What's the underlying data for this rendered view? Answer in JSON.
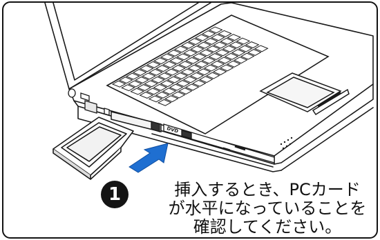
{
  "illustration": {
    "subject": "laptop with PC card being inserted into side card slot",
    "port_labels": {
      "dvd_logo": "DVD"
    },
    "arrow_color": "#1f6fd1"
  },
  "step": {
    "number": "1"
  },
  "caption": {
    "lines": [
      "挿入するとき、PCカード",
      "が水平になっていることを",
      "確認してください。"
    ]
  }
}
